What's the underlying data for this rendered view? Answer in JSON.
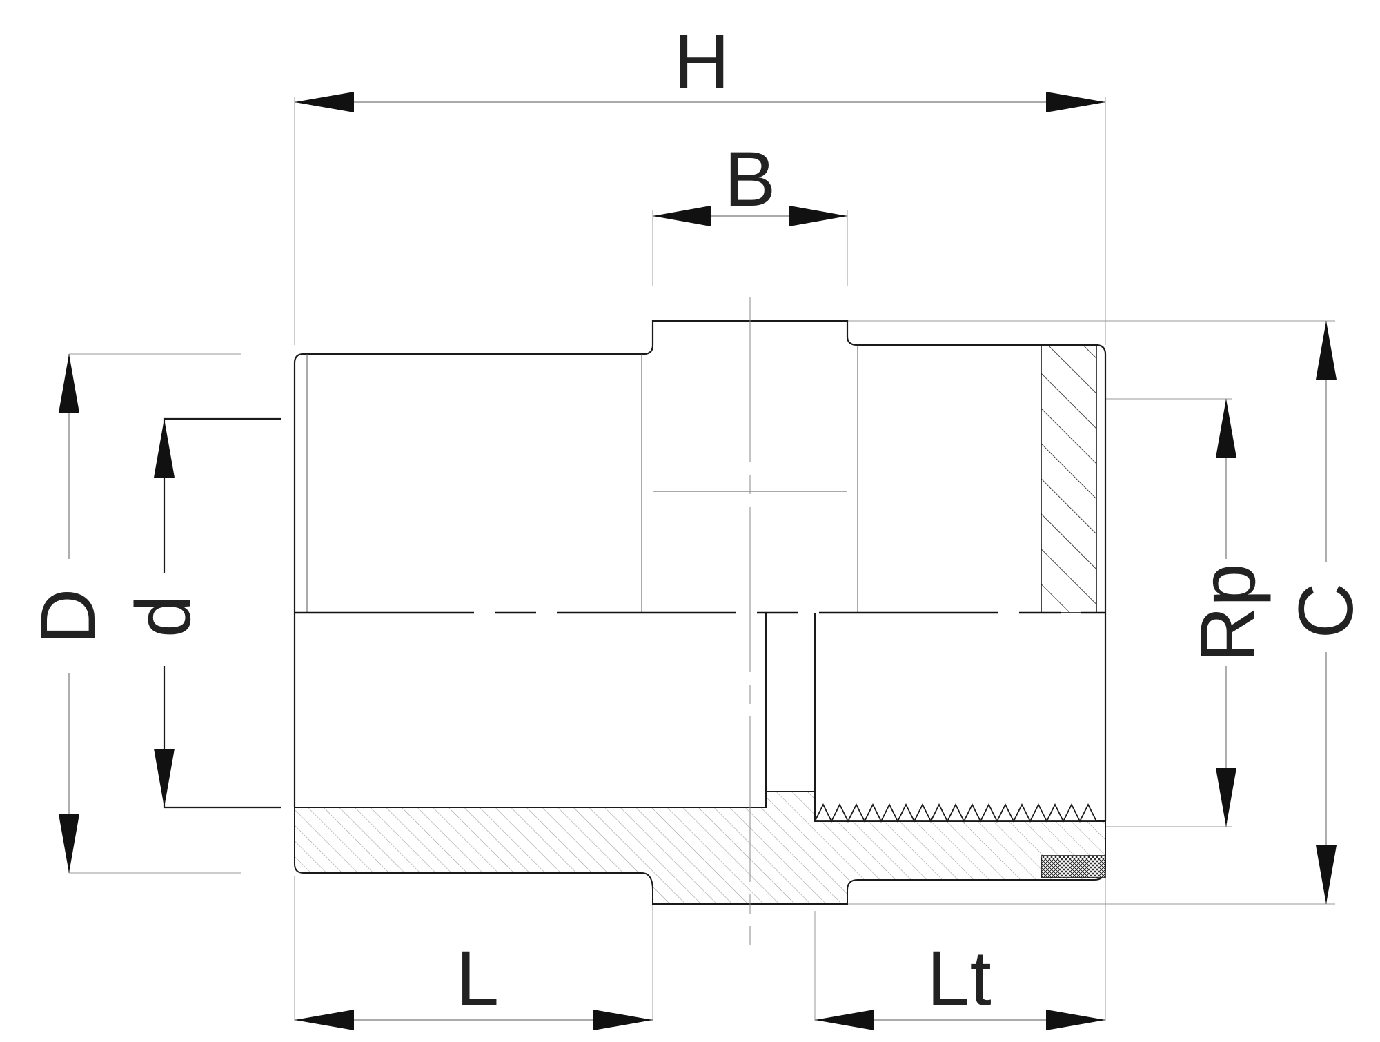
{
  "diagram": {
    "labels": {
      "overall_length": "H",
      "hex_width": "B",
      "socket_length": "L",
      "thread_length": "Lt",
      "outer_diameter": "D",
      "inner_diameter": "d",
      "thread_size": "Rp",
      "hex_size": "C"
    },
    "colors": {
      "outline": "#1a1a1a",
      "hatch": "#9a9a9a",
      "text": "#222222"
    }
  }
}
